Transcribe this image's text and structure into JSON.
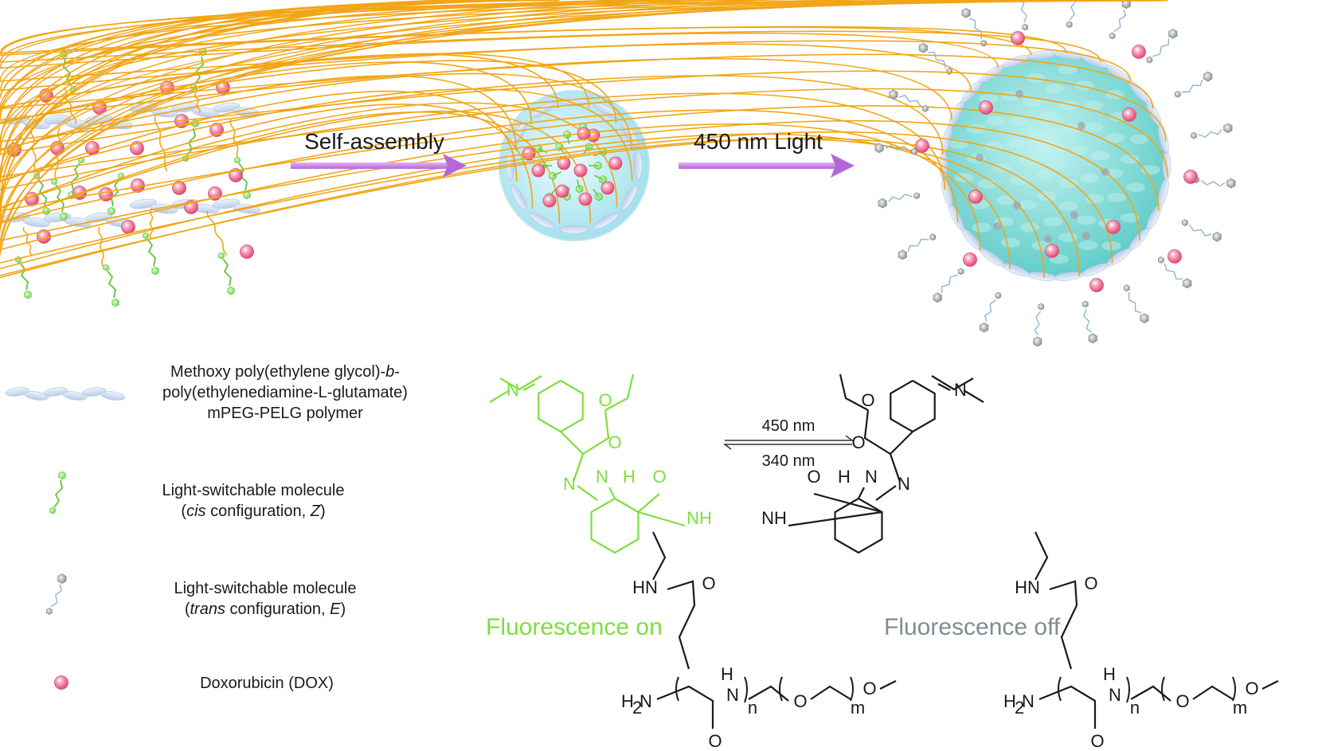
{
  "arrows": {
    "step1": "Self-assembly",
    "step2": "450 nm Light"
  },
  "legend": {
    "polymer_line1_pre": "Methoxy poly(ethylene glycol)-",
    "polymer_line1_ital": "b",
    "polymer_line1_post": "-",
    "polymer_line2": "poly(ethylenediamine-L-glutamate)",
    "polymer_line3": "mPEG-PELG polymer",
    "cis_line1": "Light-switchable molecule",
    "cis_line2_pre": "(",
    "cis_line2_ital1": "cis",
    "cis_line2_mid": " configuration, ",
    "cis_line2_ital2": "Z",
    "cis_line2_post": ")",
    "trans_line1": "Light-switchable molecule",
    "trans_line2_pre": "(",
    "trans_line2_ital1": "trans",
    "trans_line2_mid": " configuration, ",
    "trans_line2_ital2": "E",
    "trans_line2_post": ")",
    "dox": "Doxorubicin (DOX)"
  },
  "equilibrium": {
    "forward": "450 nm",
    "reverse": "340 nm"
  },
  "fluorescence": {
    "on": "Fluorescence on",
    "off": "Fluorescence off"
  },
  "atoms": {
    "N": "N",
    "O": "O",
    "H": "H",
    "NH": "NH",
    "HN": "HN",
    "H2N": "H",
    "H2N_sub": "2",
    "H2N_tail": "N",
    "OMe": "O",
    "n": "n",
    "m": "m"
  },
  "colors": {
    "accent_arrow": "#c77ee0",
    "cis_green": "#7ddf3c",
    "trans_gray": "#7f8c93",
    "dox_pink": "#ef6d92",
    "chain_orange": "#f2a516",
    "polymer_blue": "#cfdff3",
    "micelle_cyan": "#6fd3cf"
  }
}
